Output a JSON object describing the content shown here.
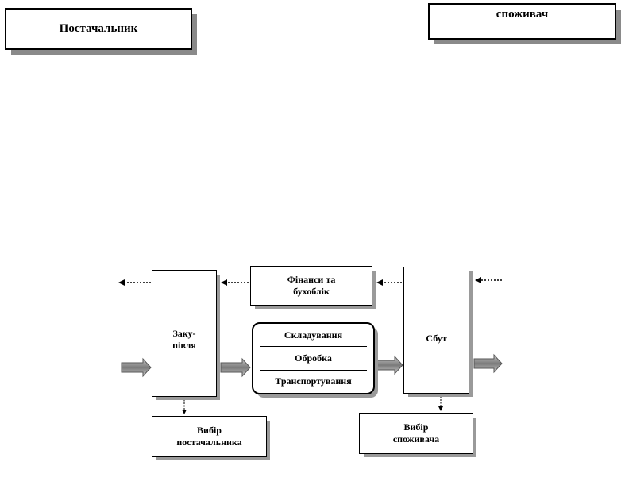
{
  "nodes": {
    "supplier": "Постачальник",
    "consumer": "споживач",
    "procurement": "Заку-\nпівля",
    "finance": "Фінанси та\nбухоблік",
    "sales": "Сбут",
    "supplier_selection": "Вибір\nпостачальника",
    "consumer_selection": "Вибір\nспоживача"
  },
  "operations": {
    "warehousing": "Складування",
    "processing": "Обробка",
    "transportation": "Транспортування"
  }
}
